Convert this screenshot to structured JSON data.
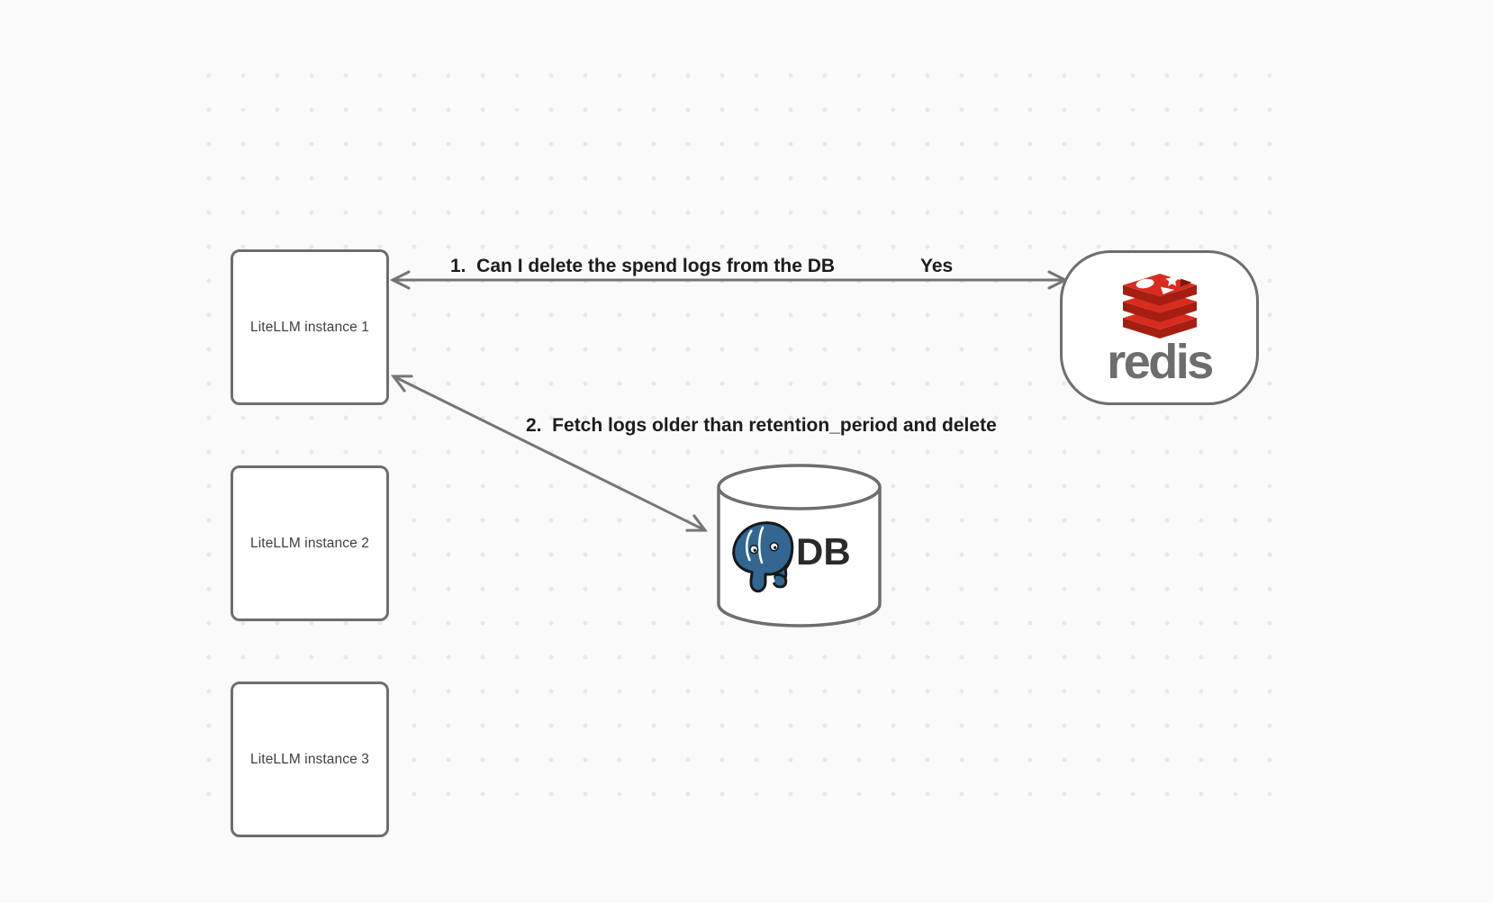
{
  "diagram": {
    "instances": [
      {
        "label": "LiteLLM instance 1"
      },
      {
        "label": "LiteLLM instance 2"
      },
      {
        "label": "LiteLLM instance 3"
      }
    ],
    "redis": {
      "wordmark": "redis"
    },
    "db": {
      "label": "DB"
    },
    "edges": {
      "redis_query": {
        "label": "1.  Can I delete the spend logs from the DB",
        "response": "Yes"
      },
      "db_fetch": {
        "label": "2.  Fetch logs older than retention_period and delete"
      }
    },
    "colors": {
      "background": "#fafafa",
      "grid_dot": "#e8e8e8",
      "node_stroke": "#6e6e6e",
      "arrow": "#757575",
      "edge_label_text": "#1c1c1c",
      "node_label_text": "#404040",
      "redis_red": "#d82c20",
      "redis_dark_red": "#a41e11",
      "redis_notch": "#7b160c",
      "redis_wordmark_gray": "#6d6d6d",
      "postgres_blue": "#336791",
      "db_text": "#2a2a2a"
    }
  }
}
